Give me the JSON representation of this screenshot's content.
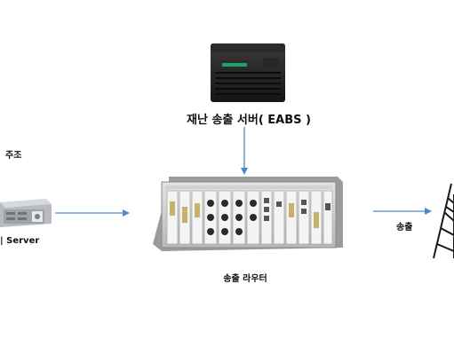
{
  "top_server": {
    "label": "재난 송출 서버( EABS )"
  },
  "left_group": {
    "label": "주조",
    "server_label": "| Server"
  },
  "router": {
    "label": "송출 라우터"
  },
  "output": {
    "label": "송출"
  },
  "colors": {
    "arrow": "#4f86c6",
    "device_dark": "#1c1c1c",
    "chassis": "#c9c9c9"
  },
  "icons": [
    "tower-server-icon",
    "rack-server-icon",
    "router-chassis-icon",
    "transmission-tower-icon"
  ]
}
